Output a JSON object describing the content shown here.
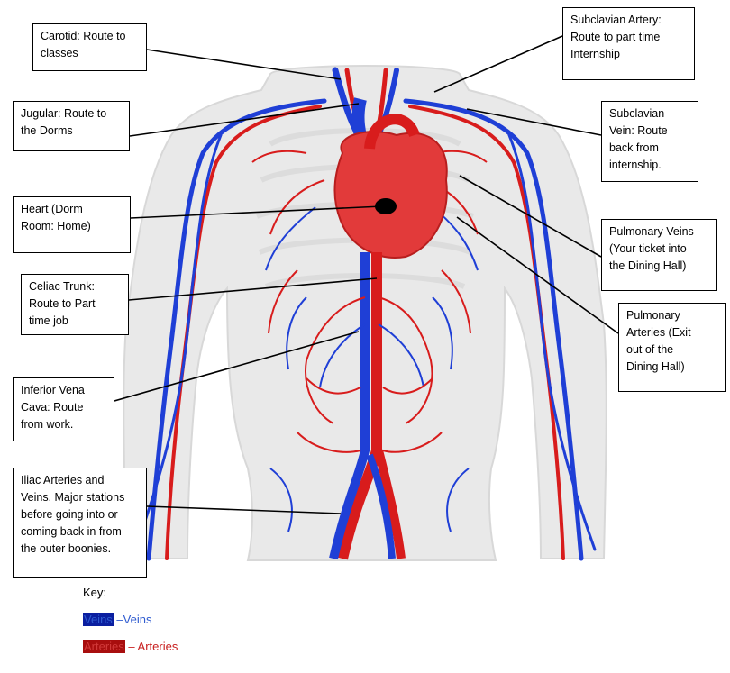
{
  "colors": {
    "vein": "#1f3fd6",
    "artery": "#d81c1c",
    "body": "#ececec",
    "heart": "#e23a3a"
  },
  "labels": {
    "carotid": "Carotid: Route to\nclasses",
    "subclavian_artery": "Subclavian Artery:\nRoute to part time\nInternship",
    "jugular": "Jugular: Route to\nthe Dorms",
    "subclavian_vein": "Subclavian\nVein: Route\nback from\ninternship.",
    "heart": "Heart (Dorm\nRoom: Home)",
    "pulmonary_veins": "Pulmonary Veins\n(Your ticket into\nthe Dining Hall)",
    "celiac_trunk": "Celiac Trunk:\nRoute to Part\ntime job",
    "pulmonary_arteries": "Pulmonary\nArteries (Exit\nout of the\nDining Hall)",
    "inferior_vena_cava": "Inferior Vena\nCava: Route\nfrom work.",
    "iliac": "Iliac Arteries and\nVeins. Major stations\nbefore going into or\ncoming back in from\nthe outer boonies."
  },
  "key": {
    "title": "Key:",
    "veins_swatch": "Veins",
    "veins_text": " –Veins",
    "arteries_swatch": "Arteries",
    "arteries_text": " – Arteries"
  }
}
